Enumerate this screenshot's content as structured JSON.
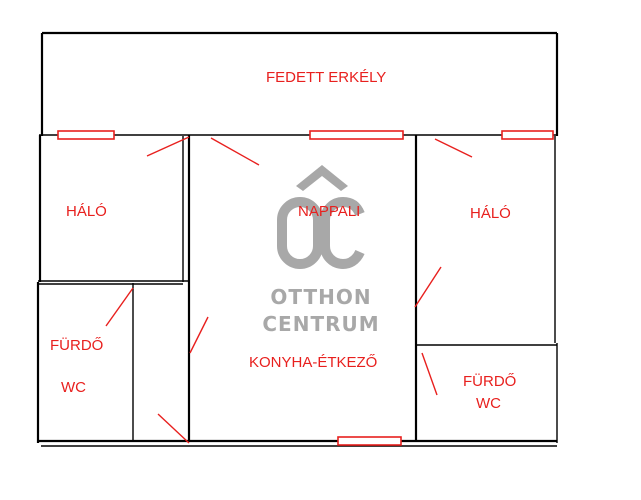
{
  "rooms": {
    "balcony": "FEDETT ERKÉLY",
    "bedroom_left": "HÁLÓ",
    "living": "NAPPALI",
    "bedroom_right": "HÁLÓ",
    "bathroom_left": "FÜRDŐ",
    "wc_left": "WC",
    "kitchen": "KONYHA-ÉTKEZŐ",
    "bathroom_right": "FÜRDŐ",
    "wc_right": "WC"
  },
  "watermark": {
    "logo_letters": "ÔC",
    "line1": "OTTHON",
    "line2": "CENTRUM"
  },
  "colors": {
    "label": "#e8201e",
    "wall": "#000000",
    "watermark": "#a8a8a8"
  }
}
